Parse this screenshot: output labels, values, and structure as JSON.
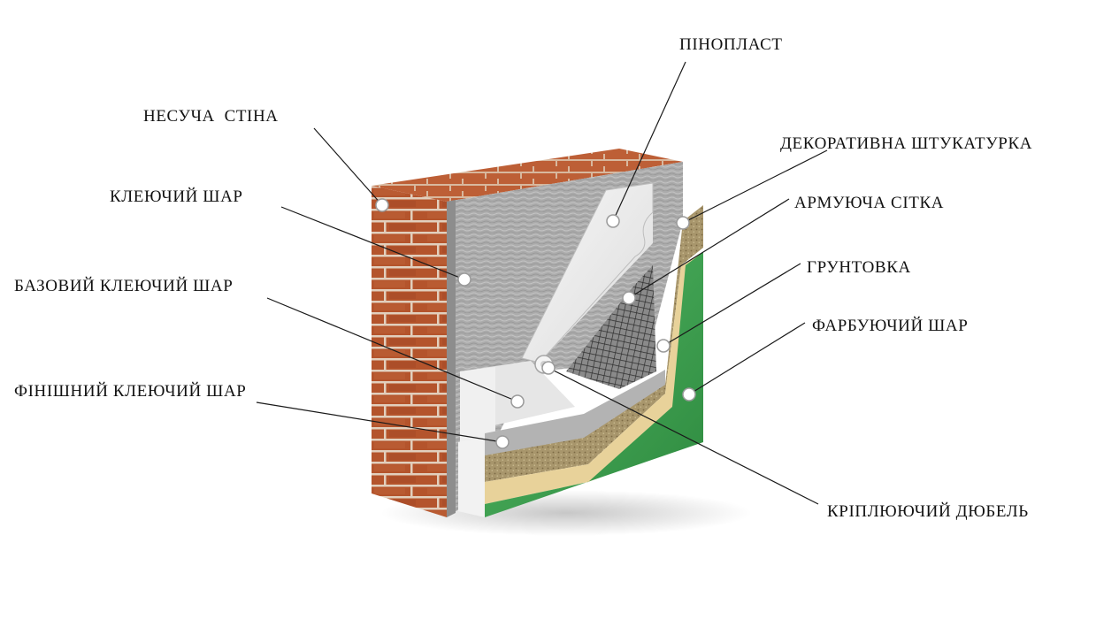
{
  "labels": {
    "bearing_wall": "НЕСУЧА  СТІНА",
    "adhesive_layer": "КЛЕЮЧИЙ ШАР",
    "base_adhesive_layer": "БАЗОВИЙ КЛЕЮЧИЙ ШАР",
    "finish_adhesive_layer": "ФІНІШНИЙ КЛЕЮЧИЙ ШАР",
    "foam": "ПІНОПЛАСТ",
    "decorative_plaster": "ДЕКОРАТИВНА ШТУКАТУРКА",
    "reinforcing_mesh": "АРМУЮЧА СІТКА",
    "primer": "ГРУНТОВКА",
    "paint_layer": "ФАРБУЮЧИЙ ШАР",
    "anchor_dowel": "КРІПЛЮЮЧИЙ ДЮБЕЛЬ"
  },
  "colors": {
    "brick": "#b4542c",
    "brick_top": "#c9653a",
    "mortar": "#e8d8c8",
    "adhesive": "#a8a8a8",
    "foam": "#eeeeee",
    "mesh": "#555555",
    "plaster": "#a8966c",
    "primer": "#e8d29a",
    "paint": "#3fa552",
    "line": "#1a1a1a"
  }
}
